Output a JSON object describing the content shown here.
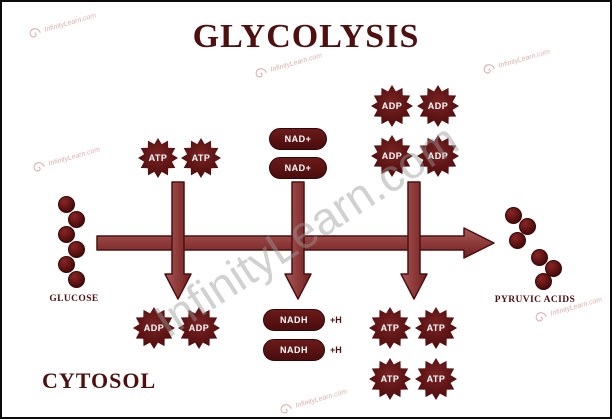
{
  "title": "GLYCOLYSIS",
  "region_label": "CYTOSOL",
  "substrate": {
    "label": "GLUCOSE"
  },
  "product": {
    "label": "PYRUVIC ACIDS"
  },
  "step1": {
    "inputs": [
      "ATP",
      "ATP"
    ],
    "outputs": [
      "ADP",
      "ADP"
    ]
  },
  "step2": {
    "inputs": [
      "NAD+",
      "NAD+"
    ],
    "outputs": [
      "NADH",
      "NADH"
    ],
    "output_suffix": "+H"
  },
  "step3": {
    "inputs": [
      "ADP",
      "ADP",
      "ADP",
      "ADP"
    ],
    "outputs": [
      "ATP",
      "ATP",
      "ATP",
      "ATP"
    ]
  },
  "watermark": {
    "main": "InfinityLearn.com",
    "small": "InfinityLearn.com"
  },
  "colors": {
    "dark_maroon": "#4f1010",
    "arrow_fill": "#8e3a3a",
    "molecule_fill": "#5a1212"
  }
}
